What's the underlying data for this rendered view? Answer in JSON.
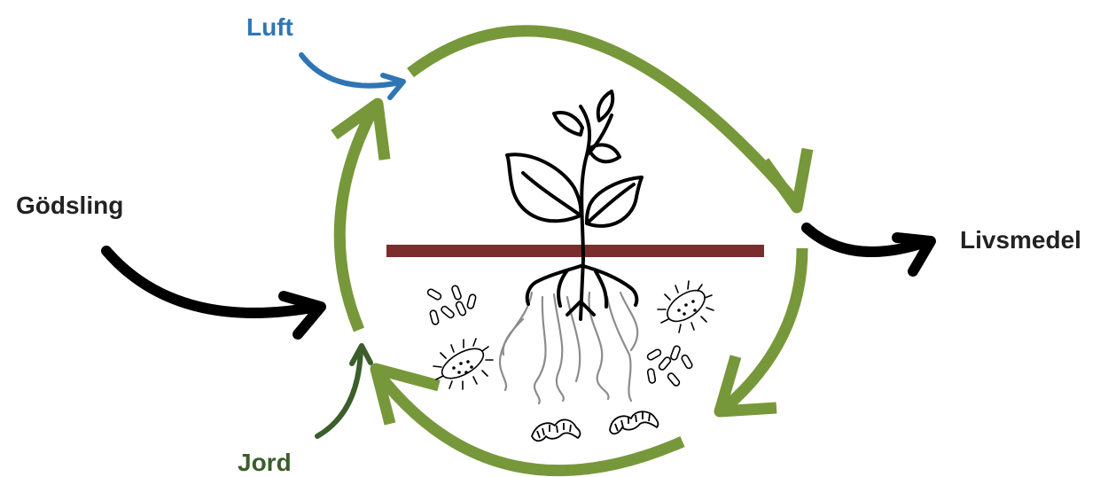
{
  "labels": {
    "luft": "Luft",
    "godsling": "Gödsling",
    "livsmedel": "Livsmedel",
    "jord": "Jord"
  },
  "colors": {
    "cycle_green": "#77983a",
    "luft_blue": "#2f75b5",
    "jord_green": "#3b5e2b",
    "flow_black": "#000000",
    "ground_brown": "#7b2c2c",
    "root_gray": "#8c8c8c"
  },
  "icons": {
    "center": "plant-icon",
    "soil_life": [
      "bacteria-icon",
      "worm-icon"
    ]
  }
}
